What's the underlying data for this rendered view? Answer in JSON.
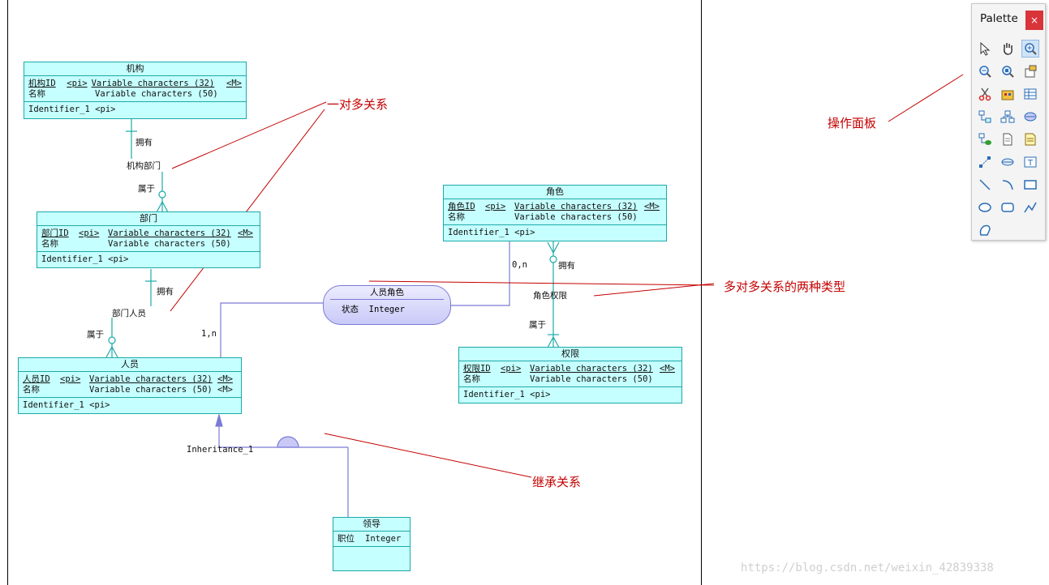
{
  "entities": {
    "org": {
      "name": "机构",
      "attrs": [
        {
          "name": "机构ID",
          "tag": "<pi>",
          "type": "Variable characters (32)",
          "flag": "<M>"
        },
        {
          "name": "名称",
          "tag": "",
          "type": "Variable characters (50)",
          "flag": ""
        }
      ],
      "identifier": "Identifier_1  <pi>"
    },
    "dept": {
      "name": "部门",
      "attrs": [
        {
          "name": "部门ID",
          "tag": "<pi>",
          "type": "Variable characters (32)",
          "flag": "<M>"
        },
        {
          "name": "名称",
          "tag": "",
          "type": "Variable characters (50)",
          "flag": ""
        }
      ],
      "identifier": "Identifier_1  <pi>"
    },
    "person": {
      "name": "人员",
      "attrs": [
        {
          "name": "人员ID",
          "tag": "<pi>",
          "type": "Variable characters (32)",
          "flag": "<M>"
        },
        {
          "name": "名称",
          "tag": "",
          "type": "Variable characters (50)",
          "flag": "<M>"
        }
      ],
      "identifier": "Identifier_1  <pi>"
    },
    "role": {
      "name": "角色",
      "attrs": [
        {
          "name": "角色ID",
          "tag": "<pi>",
          "type": "Variable characters (32)",
          "flag": "<M>"
        },
        {
          "name": "名称",
          "tag": "",
          "type": "Variable characters (50)",
          "flag": ""
        }
      ],
      "identifier": "Identifier_1  <pi>"
    },
    "perm": {
      "name": "权限",
      "attrs": [
        {
          "name": "权限ID",
          "tag": "<pi>",
          "type": "Variable characters (32)",
          "flag": "<M>"
        },
        {
          "name": "名称",
          "tag": "",
          "type": "Variable characters (50)",
          "flag": ""
        }
      ],
      "identifier": "Identifier_1  <pi>"
    },
    "leader": {
      "name": "领导",
      "attrs": [
        {
          "name": "职位",
          "tag": "",
          "type": "Integer",
          "flag": ""
        }
      ]
    }
  },
  "association": {
    "name": "人员角色",
    "attr": "状态  Integer"
  },
  "relationship_labels": {
    "org_dept_name": "机构部门",
    "org_dept_has": "拥有",
    "org_dept_belong": "属于",
    "dept_person_name": "部门人员",
    "dept_person_has": "拥有",
    "dept_person_belong": "属于",
    "role_perm_name": "角色权限",
    "role_perm_has": "拥有",
    "role_perm_belong": "属于",
    "assoc_role_card": "0,n",
    "assoc_person_card": "1,n",
    "inheritance": "Inheritance_1"
  },
  "annotations": {
    "one_to_many": "一对多关系",
    "many_to_many": "多对多关系的两种类型",
    "inheritance": "继承关系",
    "palette_panel": "操作面板"
  },
  "palette": {
    "title": "Palette",
    "close": "×",
    "tools": [
      "pointer-icon",
      "hand-icon",
      "zoom-in-icon",
      "zoom-out-icon",
      "zoom-fit-icon",
      "properties-icon",
      "cut-icon",
      "package-icon",
      "table-icon",
      "entity-icon",
      "inheritance-tool-icon",
      "association-icon",
      "link-icon",
      "file-icon",
      "note-icon",
      "relationship-icon",
      "link-assoc-icon",
      "text-icon",
      "line-icon",
      "arc-icon",
      "rectangle-icon",
      "ellipse-icon",
      "rounded-rect-icon",
      "polyline-icon",
      "polygon-icon"
    ]
  },
  "colors": {
    "entity_fill": "#c6ffff",
    "entity_border": "#1ca9a9",
    "link": "#1ca9a9",
    "inheritance_link": "#7b7bd6",
    "annotation": "#c40000"
  },
  "watermark": "https://blog.csdn.net/weixin_42839338"
}
